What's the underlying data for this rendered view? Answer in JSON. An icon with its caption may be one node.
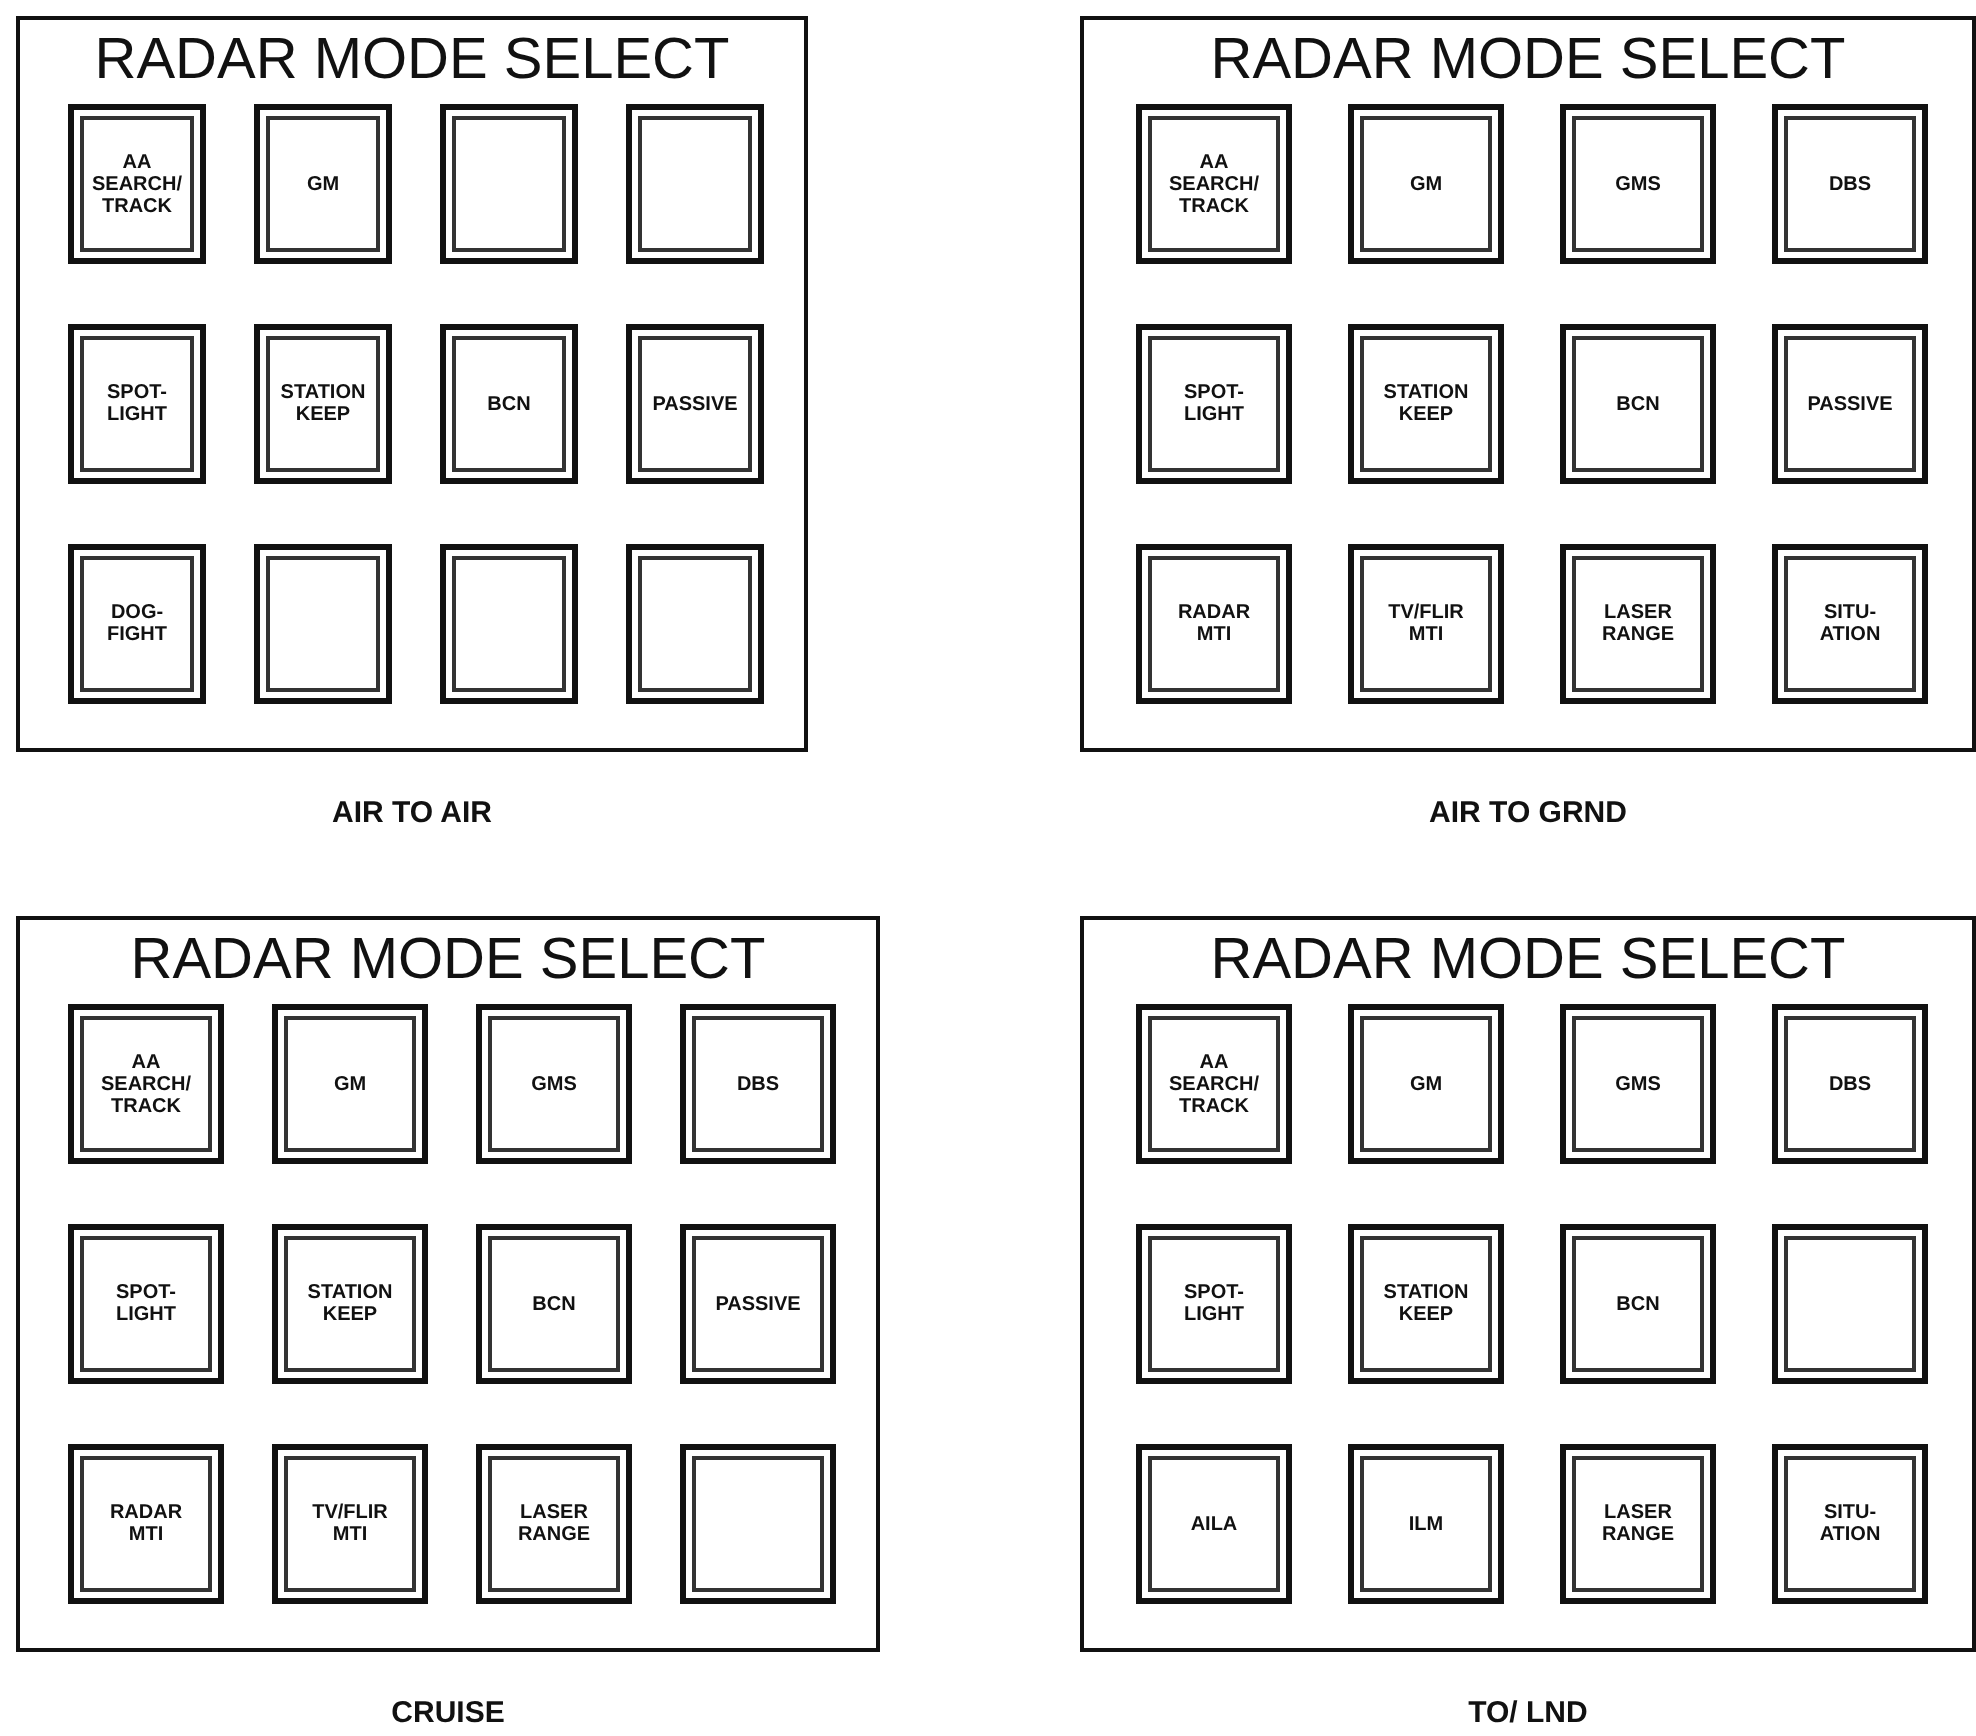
{
  "diagram": {
    "nodes": [
      {
        "text": [
          "RADAR MODE SELECT"
        ],
        "beside": [
          "AIR TO AIR"
        ]
      },
      {
        "text": [
          "AA SEARCH/ TRACK"
        ],
        "in": 0
      },
      {
        "text": [
          "GM"
        ],
        "in": 0
      },
      {
        "text": [],
        "shape": "box",
        "in": 0
      },
      {
        "text": [],
        "shape": "box",
        "in": 0
      },
      {
        "text": [
          "SPOT- LIGHT"
        ],
        "in": 0
      },
      {
        "text": [
          "STATION KEEP"
        ],
        "in": 0
      },
      {
        "text": [
          "BCN"
        ],
        "in": 0
      },
      {
        "text": [
          "PASSIVE"
        ],
        "in": 0
      },
      {
        "text": [
          "DOG- FIGHT"
        ],
        "in": 0
      },
      {
        "text": [],
        "shape": "box",
        "in": 0
      },
      {
        "text": [],
        "shape": "box",
        "in": 0
      },
      {
        "text": [],
        "shape": "box",
        "in": 0
      },
      {
        "text": [
          "RADAR MODE SELECT"
        ],
        "beside": [
          "AIR TO GRND"
        ]
      },
      {
        "text": [
          "AA SEARCH/ TRACK"
        ],
        "in": 13
      },
      {
        "text": [
          "GM"
        ],
        "in": 13
      },
      {
        "text": [
          "GMS"
        ],
        "in": 13
      },
      {
        "text": [
          "DBS"
        ],
        "in": 13
      },
      {
        "text": [
          "SPOT- LIGHT"
        ],
        "in": 13
      },
      {
        "text": [
          "STATION KEEP"
        ],
        "in": 13
      },
      {
        "text": [
          "BCN"
        ],
        "in": 13
      },
      {
        "text": [
          "PASSIVE"
        ],
        "in": 13
      },
      {
        "text": [
          "RADAR MTI"
        ],
        "in": 13
      },
      {
        "text": [
          "TV/FLIR MTI"
        ],
        "in": 13
      },
      {
        "text": [
          "LASER RANGE"
        ],
        "in": 13
      },
      {
        "text": [
          "SITU- ATION"
        ],
        "in": 13
      },
      {
        "text": [
          "RADAR MODE SELECT"
        ],
        "beside": [
          "CRUISE"
        ]
      },
      {
        "text": [
          "AA SEARCH/ TRACK"
        ],
        "in": 26
      },
      {
        "text": [
          "GM"
        ],
        "in": 26
      },
      {
        "text": [
          "GMS"
        ],
        "in": 26
      },
      {
        "text": [
          "DBS"
        ],
        "in": 26
      },
      {
        "text": [
          "SPOT- LIGHT"
        ],
        "in": 26
      },
      {
        "text": [
          "STATION KEEP"
        ],
        "in": 26
      },
      {
        "text": [
          "BCN"
        ],
        "in": 26
      },
      {
        "text": [
          "PASSIVE"
        ],
        "in": 26
      },
      {
        "text": [
          "RADAR MTI"
        ],
        "in": 26
      },
      {
        "text": [
          "TV/FLIR MTI"
        ],
        "in": 26
      },
      {
        "text": [
          "LASER RANGE"
        ],
        "in": 26
      },
      {
        "text": [],
        "shape": "box",
        "in": 26
      },
      {
        "text": [
          "RADAR MODE SELECT"
        ],
        "beside": [
          "TO/ LND"
        ]
      },
      {
        "text": [
          "AA SEARCH/ TRACK"
        ],
        "in": 39
      },
      {
        "text": [
          "GM"
        ],
        "in": 39
      },
      {
        "text": [
          "GMS"
        ],
        "in": 39
      },
      {
        "text": [
          "DBS"
        ],
        "in": 39
      },
      {
        "text": [
          "SPOT- LIGHT"
        ],
        "in": 39
      },
      {
        "text": [
          "STATION KEEP"
        ],
        "in": 39
      },
      {
        "text": [
          "BCN"
        ],
        "in": 39
      },
      {
        "text": [],
        "shape": "box",
        "in": 39
      },
      {
        "text": [
          "AILA"
        ],
        "in": 39
      },
      {
        "text": [
          "ILM"
        ],
        "in": 39
      },
      {
        "text": [
          "LASER RANGE"
        ],
        "in": 39
      },
      {
        "text": [
          "SITU- ATION"
        ],
        "in": 39
      }
    ]
  }
}
